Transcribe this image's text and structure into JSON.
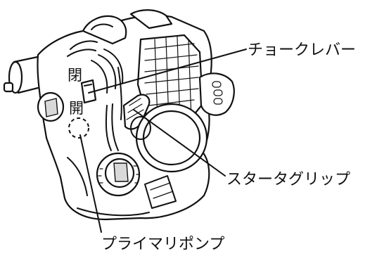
{
  "labels": {
    "choke_lever": "チョークレバー",
    "starter_grip": "スタータグリップ",
    "primer_pump": "プライマリポンプ",
    "closed": "閉",
    "open": "開"
  },
  "colors": {
    "ink": "#111111",
    "background": "#ffffff",
    "shade": "#d9d9d9"
  }
}
